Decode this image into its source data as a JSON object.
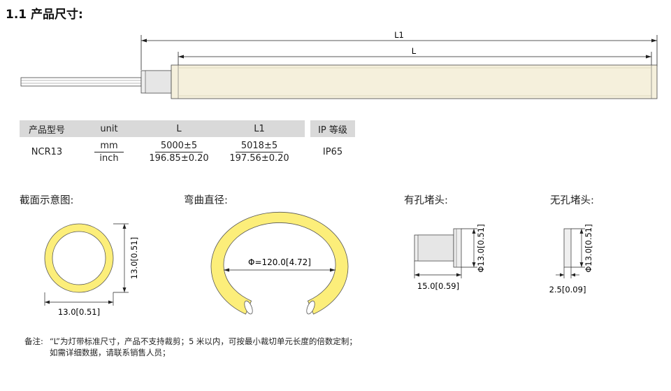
{
  "heading": "1.1 产品尺寸:",
  "dimensions": {
    "l1": "L1",
    "l": "L"
  },
  "table": {
    "headers": {
      "model": "产品型号",
      "unit": "unit",
      "l": "L",
      "l1": "L1",
      "ip": "IP 等级"
    },
    "row": {
      "model": "NCR13",
      "unit_top": "mm",
      "unit_bottom": "inch",
      "l_top": "5000±5",
      "l_bottom": "196.85±0.20",
      "l1_top": "5018±5",
      "l1_bottom": "197.56±0.20",
      "ip": "IP65"
    }
  },
  "sections": {
    "cross_section": {
      "title": "截面示意图:",
      "vertical_dim": "13.0[0.51]",
      "horizontal_dim": "13.0[0.51]"
    },
    "bend": {
      "title": "弯曲直径:",
      "dim": "Φ=120.0[4.72]"
    },
    "hole_cap": {
      "title": "有孔堵头:",
      "vertical_dim": "Φ13.0[0.51]",
      "horizontal_dim": "15.0[0.59]"
    },
    "no_hole_cap": {
      "title": "无孔堵头:",
      "vertical_dim": "Φ13.0[0.51]",
      "horizontal_dim": "2.5[0.09]"
    }
  },
  "colors": {
    "tube": "#f5f0dc",
    "ring": "#fcee7a",
    "header_bg": "#d9d9d9"
  },
  "note": {
    "label": "备注:",
    "line1": "“L”为灯带标准尺寸，产品不支持裁剪；5 米以内，可按最小裁切单元长度的倍数定制；",
    "line2": "如需详细数据，请联系销售人员；"
  }
}
